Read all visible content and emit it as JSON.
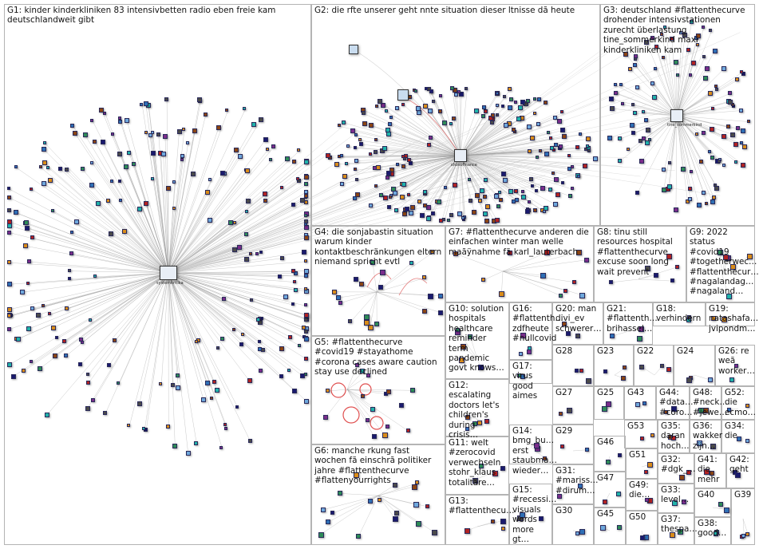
{
  "graph": {
    "groups": [
      {
        "id": "G1",
        "label": "G1: kinder kinderkliniken 83 intensivbetten radio eben freie kam deutschlandweit gibt",
        "hub_caption": "systemkritika"
      },
      {
        "id": "G2",
        "label": "G2: die rfte unserer geht nnte situation dieser ltnisse dã heute",
        "hub_caption": "shosofinance"
      },
      {
        "id": "G3",
        "label": "G3: deutschland #flattenthecurve drohender intensivstationen zurecht überlastung tine_sommerkind maxi kinderkliniken kam",
        "hub_caption": "tine_sommerkind"
      },
      {
        "id": "G4",
        "label": "G4: die sonjabastin situation warum kinder kontaktbeschränkungen eltern niemand spricht evtl"
      },
      {
        "id": "G5",
        "label": "G5: #flattenthecurve #covid19 #stayathome #corona cases aware caution stay use declined"
      },
      {
        "id": "G6",
        "label": "G6: manche rkung fast wochen fã einschrã politiker jahre #flattenthecurve #flattenyourrights"
      },
      {
        "id": "G7",
        "label": "G7: #flattenthecurve anderen die einfachen winter man welle maãÿnahme fã karl_lauterbach"
      },
      {
        "id": "G8",
        "label": "G8: tinu still resources hospital #flattenthecurve excuse soon long wait prevent"
      },
      {
        "id": "G9",
        "label": "G9: 2022 status #covid19 #togetherwec… #flattenthecur… #nagalandag… #nagaland…"
      },
      {
        "id": "G10",
        "label": "G10: solution hospitals healthcare reminder term pandemic govt knows…"
      },
      {
        "id": "G11",
        "label": "G11: welt #zerocovid verwechseln stohr_klaus totalitäre…"
      },
      {
        "id": "G12",
        "label": "G12: escalating doctors let's children's during crisis…"
      },
      {
        "id": "G13",
        "label": "G13: #flattenthecu…"
      },
      {
        "id": "G14",
        "label": "G14: bmg_bu… erst staubma… wieder…"
      },
      {
        "id": "G15",
        "label": "G15: #recessi… visuals words more gt…"
      },
      {
        "id": "G16",
        "label": "G16: #flattenth… zdfheute #nullcovid"
      },
      {
        "id": "G17",
        "label": "G17: virus good aimes"
      },
      {
        "id": "G18",
        "label": "G18: verhindern"
      },
      {
        "id": "G19",
        "label": "G19: natashafa… jvipondm…"
      },
      {
        "id": "G20",
        "label": "G20: man divi_ev schwerer…"
      },
      {
        "id": "G21",
        "label": "G21: #flattenth… brihassel…"
      },
      {
        "id": "G22",
        "label": "G22"
      },
      {
        "id": "G23",
        "label": "G23"
      },
      {
        "id": "G24",
        "label": "G24"
      },
      {
        "id": "G25",
        "label": "G25"
      },
      {
        "id": "G26",
        "label": "G26: re weã worker…"
      },
      {
        "id": "G27",
        "label": "G27"
      },
      {
        "id": "G28",
        "label": "G28"
      },
      {
        "id": "G29",
        "label": "G29"
      },
      {
        "id": "G30",
        "label": "G30"
      },
      {
        "id": "G31",
        "label": "G31: #mariss… #dirum…"
      },
      {
        "id": "G32",
        "label": "G32: #dgk_…"
      },
      {
        "id": "G33",
        "label": "G33: level…"
      },
      {
        "id": "G34",
        "label": "G34: die"
      },
      {
        "id": "G35",
        "label": "G35: daran hoch…"
      },
      {
        "id": "G36",
        "label": "G36: wakker zijn…"
      },
      {
        "id": "G37",
        "label": "G37: thespa…"
      },
      {
        "id": "G38",
        "label": "G38: good…"
      },
      {
        "id": "G39",
        "label": "G39"
      },
      {
        "id": "G40",
        "label": "G40"
      },
      {
        "id": "G41",
        "label": "G41: die mehr"
      },
      {
        "id": "G42",
        "label": "G42: geht"
      },
      {
        "id": "G43",
        "label": "G43"
      },
      {
        "id": "G44",
        "label": "G44: #data… #coro…"
      },
      {
        "id": "G45",
        "label": "G45"
      },
      {
        "id": "G46",
        "label": "G46"
      },
      {
        "id": "G47",
        "label": "G47"
      },
      {
        "id": "G48",
        "label": "G48: #neck… #jewe…"
      },
      {
        "id": "G49",
        "label": "G49: die…"
      },
      {
        "id": "G50",
        "label": "G50"
      },
      {
        "id": "G51",
        "label": "G51"
      },
      {
        "id": "G52",
        "label": "G52: die ecmo…"
      },
      {
        "id": "G53",
        "label": "G53"
      }
    ],
    "colors": {
      "edge": "#9a9a9a",
      "hub_edge": "#c8c8c8",
      "reply_edge": "#e06060",
      "box_border": "#b4b4b4",
      "node_palette": [
        "#1a1a6e",
        "#2f6fb5",
        "#7b2d8b",
        "#2e8b57",
        "#b22222",
        "#d98c1a",
        "#4a4a4a",
        "#6fa8dc",
        "#8b4513",
        "#20b2aa"
      ]
    }
  }
}
